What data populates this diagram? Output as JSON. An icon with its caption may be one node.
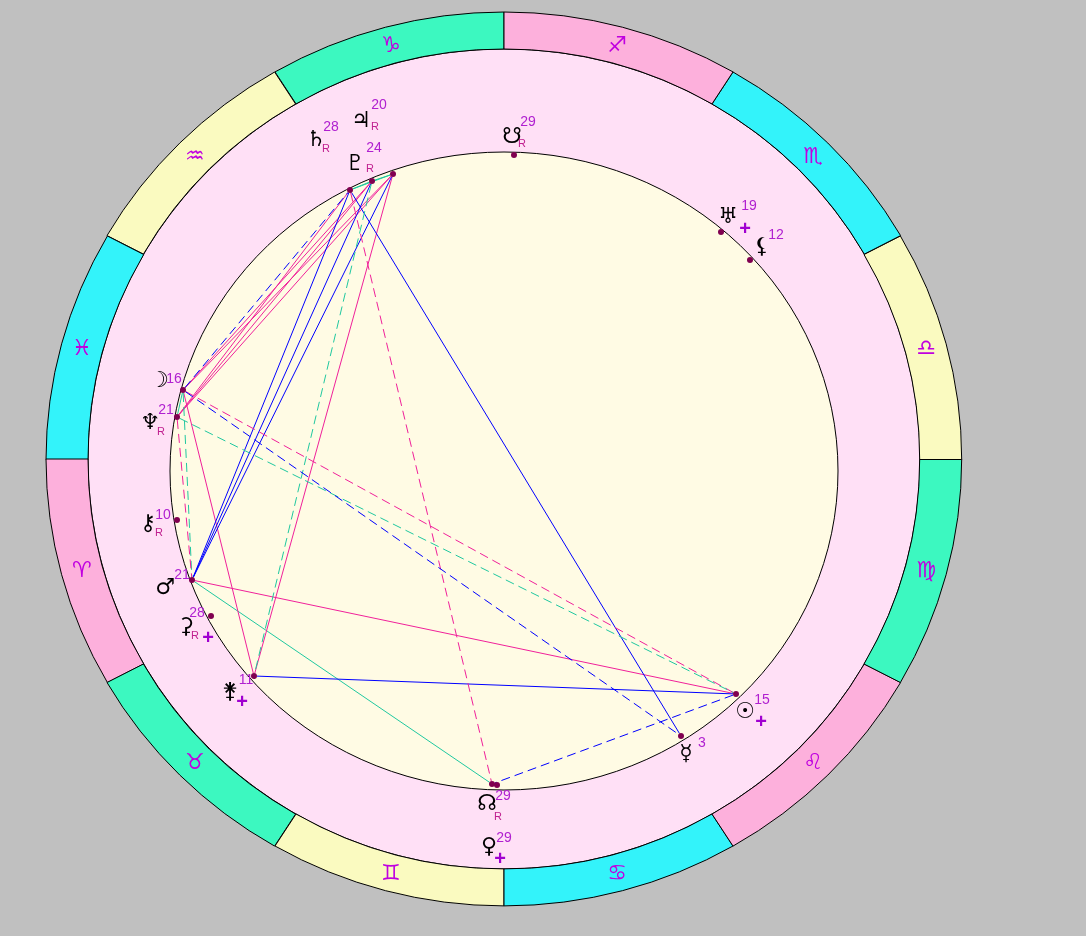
{
  "diagram": {
    "nodes": [
      {
        "text": [
          "♑"
        ]
      },
      {
        "text": [
          "♒"
        ]
      },
      {
        "text": [
          "♓"
        ]
      },
      {
        "text": [
          "♈"
        ]
      },
      {
        "text": [
          "♉"
        ]
      },
      {
        "text": [
          "♊"
        ]
      },
      {
        "text": [
          "♋"
        ]
      },
      {
        "text": [
          "♌"
        ]
      },
      {
        "text": [
          "♍"
        ]
      },
      {
        "text": [
          "♎"
        ]
      },
      {
        "text": [
          "♏"
        ]
      },
      {
        "text": [
          "♐"
        ]
      },
      {
        "text": [],
        "shape": "circle",
        "beside": [
          "☋",
          "29",
          "R"
        ]
      },
      {
        "text": [],
        "shape": "circle",
        "beside": [
          "♃",
          "20",
          "R"
        ]
      },
      {
        "text": [],
        "shape": "circle",
        "beside": [
          "♇",
          "24",
          "R"
        ]
      },
      {
        "text": [],
        "shape": "circle",
        "beside": [
          "♄",
          "28",
          "R"
        ]
      },
      {
        "text": [],
        "shape": "circle",
        "beside": [
          "♅",
          "19",
          "+"
        ]
      },
      {
        "text": [],
        "shape": "circle",
        "beside": [
          "⚸",
          "12"
        ]
      },
      {
        "text": [],
        "shape": "circle",
        "beside": [
          "☽",
          "16"
        ]
      },
      {
        "text": [],
        "shape": "circle",
        "beside": [
          "♆",
          "21",
          "R"
        ]
      },
      {
        "text": [],
        "shape": "circle",
        "beside": [
          "⚷",
          "10",
          "R"
        ]
      },
      {
        "text": [],
        "shape": "circle",
        "beside": [
          "♂",
          "21"
        ]
      },
      {
        "text": [],
        "shape": "circle",
        "beside": [
          "⚳",
          "28",
          "R",
          "+"
        ]
      },
      {
        "text": [],
        "shape": "circle",
        "beside": [
          "⚵",
          "11",
          "+"
        ]
      },
      {
        "text": [],
        "shape": "circle",
        "beside": [
          "☉",
          "15",
          "+"
        ]
      },
      {
        "text": [],
        "shape": "circle",
        "beside": [
          "☿",
          "3"
        ]
      },
      {
        "text": [],
        "shape": "circle",
        "beside": [
          "☊",
          "29",
          "R"
        ]
      },
      {
        "text": [],
        "shape": "circle",
        "beside": [
          "♀",
          "29",
          "+"
        ]
      }
    ],
    "edges": [
      {
        "from": 15,
        "to": 14,
        "arrow": "none",
        "color": "#20c8a0"
      },
      {
        "from": 14,
        "to": 13,
        "arrow": "none",
        "color": "#20c8a0"
      },
      {
        "from": 15,
        "to": 13,
        "arrow": "none",
        "color": "#20c8a0"
      },
      {
        "from": 18,
        "to": 19,
        "arrow": "none",
        "color": "#20c8a0"
      },
      {
        "from": 21,
        "to": 26,
        "arrow": "none",
        "color": "#20c8a0"
      },
      {
        "from": 18,
        "to": 14,
        "arrow": "none"
      },
      {
        "from": 18,
        "to": 13,
        "arrow": "none"
      },
      {
        "from": 19,
        "to": 15,
        "arrow": "none"
      },
      {
        "from": 19,
        "to": 14,
        "arrow": "none"
      },
      {
        "from": 19,
        "to": 13,
        "arrow": "none"
      },
      {
        "from": 13,
        "to": 23,
        "arrow": "none"
      },
      {
        "from": 18,
        "to": 23,
        "arrow": "none"
      },
      {
        "from": 21,
        "to": 24,
        "arrow": "none"
      },
      {
        "from": 21,
        "to": 15,
        "arrow": "none",
        "color": "#0000ff"
      },
      {
        "from": 21,
        "to": 14,
        "arrow": "none",
        "color": "#0000ff"
      },
      {
        "from": 21,
        "to": 13,
        "arrow": "none",
        "color": "#0000ff"
      },
      {
        "from": 15,
        "to": 25,
        "arrow": "none",
        "color": "#0000ff"
      },
      {
        "from": 23,
        "to": 24,
        "arrow": "none",
        "color": "#0000ff"
      },
      {
        "from": 15,
        "to": 26,
        "arrow": "none",
        "style": "dashed"
      },
      {
        "from": 18,
        "to": 24,
        "arrow": "none",
        "style": "dashed"
      },
      {
        "from": 19,
        "to": 24,
        "arrow": "none",
        "style": "dashed",
        "color": "#20c8a0"
      },
      {
        "from": 18,
        "to": 21,
        "arrow": "none",
        "style": "dashed",
        "color": "#20c8a0"
      },
      {
        "from": 14,
        "to": 23,
        "arrow": "none",
        "style": "dashed",
        "color": "#20c8a0"
      },
      {
        "from": 18,
        "to": 25,
        "arrow": "none",
        "style": "dashed",
        "color": "#0000ff"
      },
      {
        "from": 18,
        "to": 15,
        "arrow": "none",
        "style": "dashed",
        "color": "#0000ff"
      },
      {
        "from": 24,
        "to": 26,
        "arrow": "none",
        "style": "dashed",
        "color": "#0000ff"
      },
      {
        "from": 19,
        "to": 21,
        "arrow": "none",
        "style": "dashed"
      }
    ]
  }
}
